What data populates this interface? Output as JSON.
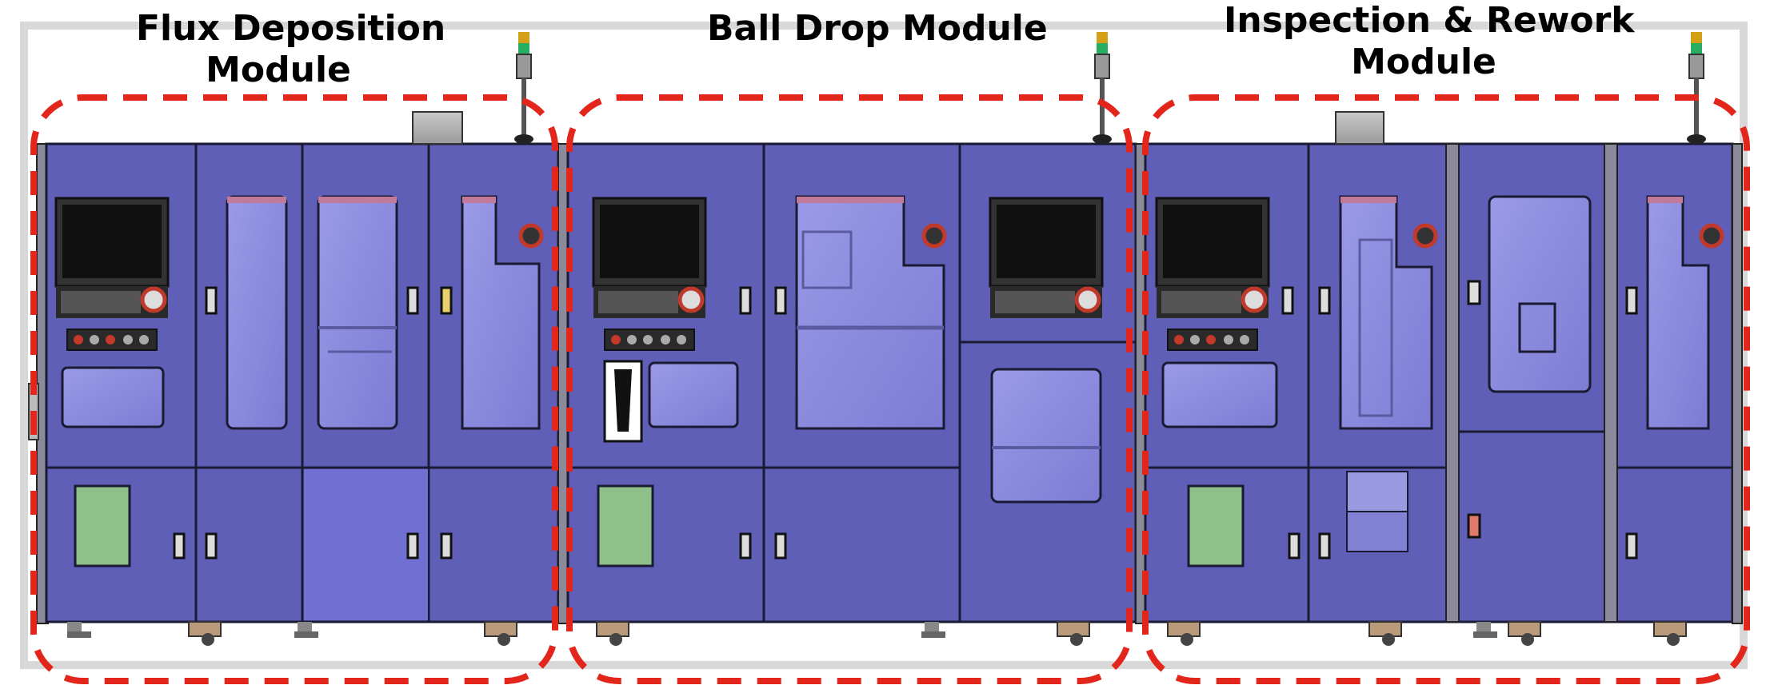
{
  "modules": [
    {
      "title_line1": "Flux Deposition",
      "title_line2": "Module"
    },
    {
      "title_line1": "Ball Drop Module",
      "title_line2": ""
    },
    {
      "title_line1": "Inspection & Rework",
      "title_line2": "Module"
    }
  ],
  "colors": {
    "machine_body": "#5f5fb8",
    "machine_body_light": "#7575d0",
    "window_glass": "#8e8ee0",
    "outline": "#1a1a33",
    "highlight_dash": "#e3261c",
    "green_panel": "#8fc08a",
    "screen": "#101010",
    "lamp_red": "#c0392b",
    "lamp_green": "#27ae60",
    "lamp_amber": "#d4a017"
  },
  "icons": [
    "signal-tower-icon",
    "emergency-stop-icon",
    "monitor-icon",
    "keyboard-icon",
    "door-handle-icon",
    "caster-wheel-icon"
  ]
}
